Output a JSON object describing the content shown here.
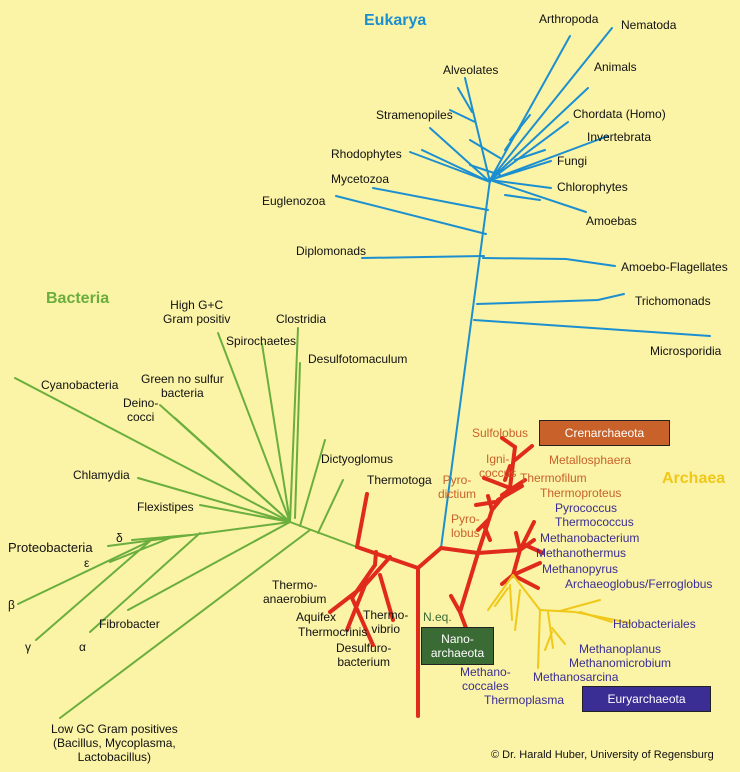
{
  "colors": {
    "background": "#fbf3a6",
    "eukarya": "#1c8fd0",
    "bacteria": "#6aae3e",
    "archaea_root": "#e02a1c",
    "archaea_domain": "#f0c81a",
    "crenarchaeota": "#c8622a",
    "euryarchaeota": "#3a2e95",
    "nanoarchaeota": "#3b6b35"
  },
  "domains": {
    "eukarya": "Eukarya",
    "bacteria": "Bacteria",
    "archaea": "Archaea"
  },
  "eukarya": {
    "arthropoda": "Arthropoda",
    "nematoda": "Nematoda",
    "animals": "Animals",
    "alveolates": "Alveolates",
    "stramenopiles": "Stramenopiles",
    "chordata": "Chordata (Homo)",
    "invertebrata": "Invertebrata",
    "rhodophytes": "Rhodophytes",
    "fungi": "Fungi",
    "mycetozoa": "Mycetozoa",
    "chlorophytes": "Chlorophytes",
    "euglenozoa": "Euglenozoa",
    "amoebas": "Amoebas",
    "diplomonads": "Diplomonads",
    "amoebo_flagellates": "Amoebo-Flagellates",
    "trichomonads": "Trichomonads",
    "microsporidia": "Microsporidia"
  },
  "bacteria": {
    "high_gc": "High G+C\nGram positiv",
    "clostridia": "Clostridia",
    "spirochaetes": "Spirochaetes",
    "desulfotomaculum": "Desulfotomaculum",
    "cyanobacteria": "Cyanobacteria",
    "green_no_sulfur": "Green no sulfur\nbacteria",
    "deinococci": "Deino-\ncocci",
    "dictyoglomus": "Dictyoglomus",
    "thermotoga": "Thermotoga",
    "chlamydia": "Chlamydia",
    "flexistipes": "Flexistipes",
    "proteobacteria": "Proteobacteria",
    "delta": "δ",
    "epsilon": "ε",
    "beta": "β",
    "gamma": "γ",
    "alpha": "α",
    "fibrobacter": "Fibrobacter",
    "low_gc": "Low GC Gram positives\n(Bacillus, Mycoplasma,\nLactobacillus)"
  },
  "thermo": {
    "thermoanaerobium": "Thermo-\nanaerobium",
    "aquifex": "Aquifex",
    "thermocrinis": "Thermocrinis",
    "thermovibrio": "Thermo-\nvibrio",
    "desulfurobacterium": "Desulfuro-\nbacterium"
  },
  "crenarchaeota": {
    "sulfolobus": "Sulfolobus",
    "ignicoccus": "Igni-\ncoccus",
    "metallosphaera": "Metallosphaera",
    "pyrodictium": "Pyro-\ndictium",
    "thermofilum": "Thermofilum",
    "thermoproteus": "Thermoproteus",
    "pyrolobus": "Pyro-\nlobus"
  },
  "euryarchaeota": {
    "pyrococcus": "Pyrococcus\nThermococcus",
    "methanobacterium": "Methanobacterium",
    "methanothermus": "Methanothermus",
    "methanopyrus": "Methanopyrus",
    "archaeoglobus": "Archaeoglobus/Ferroglobus",
    "halobacteriales": "Halobacteriales",
    "methanoplanus": "Methanoplanus\nMethanomicrobium",
    "methanosarcina": "Methanosarcina",
    "methanococcales": "Methano-\ncoccales",
    "thermoplasma": "Thermoplasma"
  },
  "neq": "N.eq.",
  "boxes": {
    "crenarchaeota": "Crenarchaeota",
    "nanoarchaeota": "Nano-\narchaeota",
    "euryarchaeota": "Euryarchaeota"
  },
  "copyright": "© Dr. Harald Huber, University of Regensburg"
}
